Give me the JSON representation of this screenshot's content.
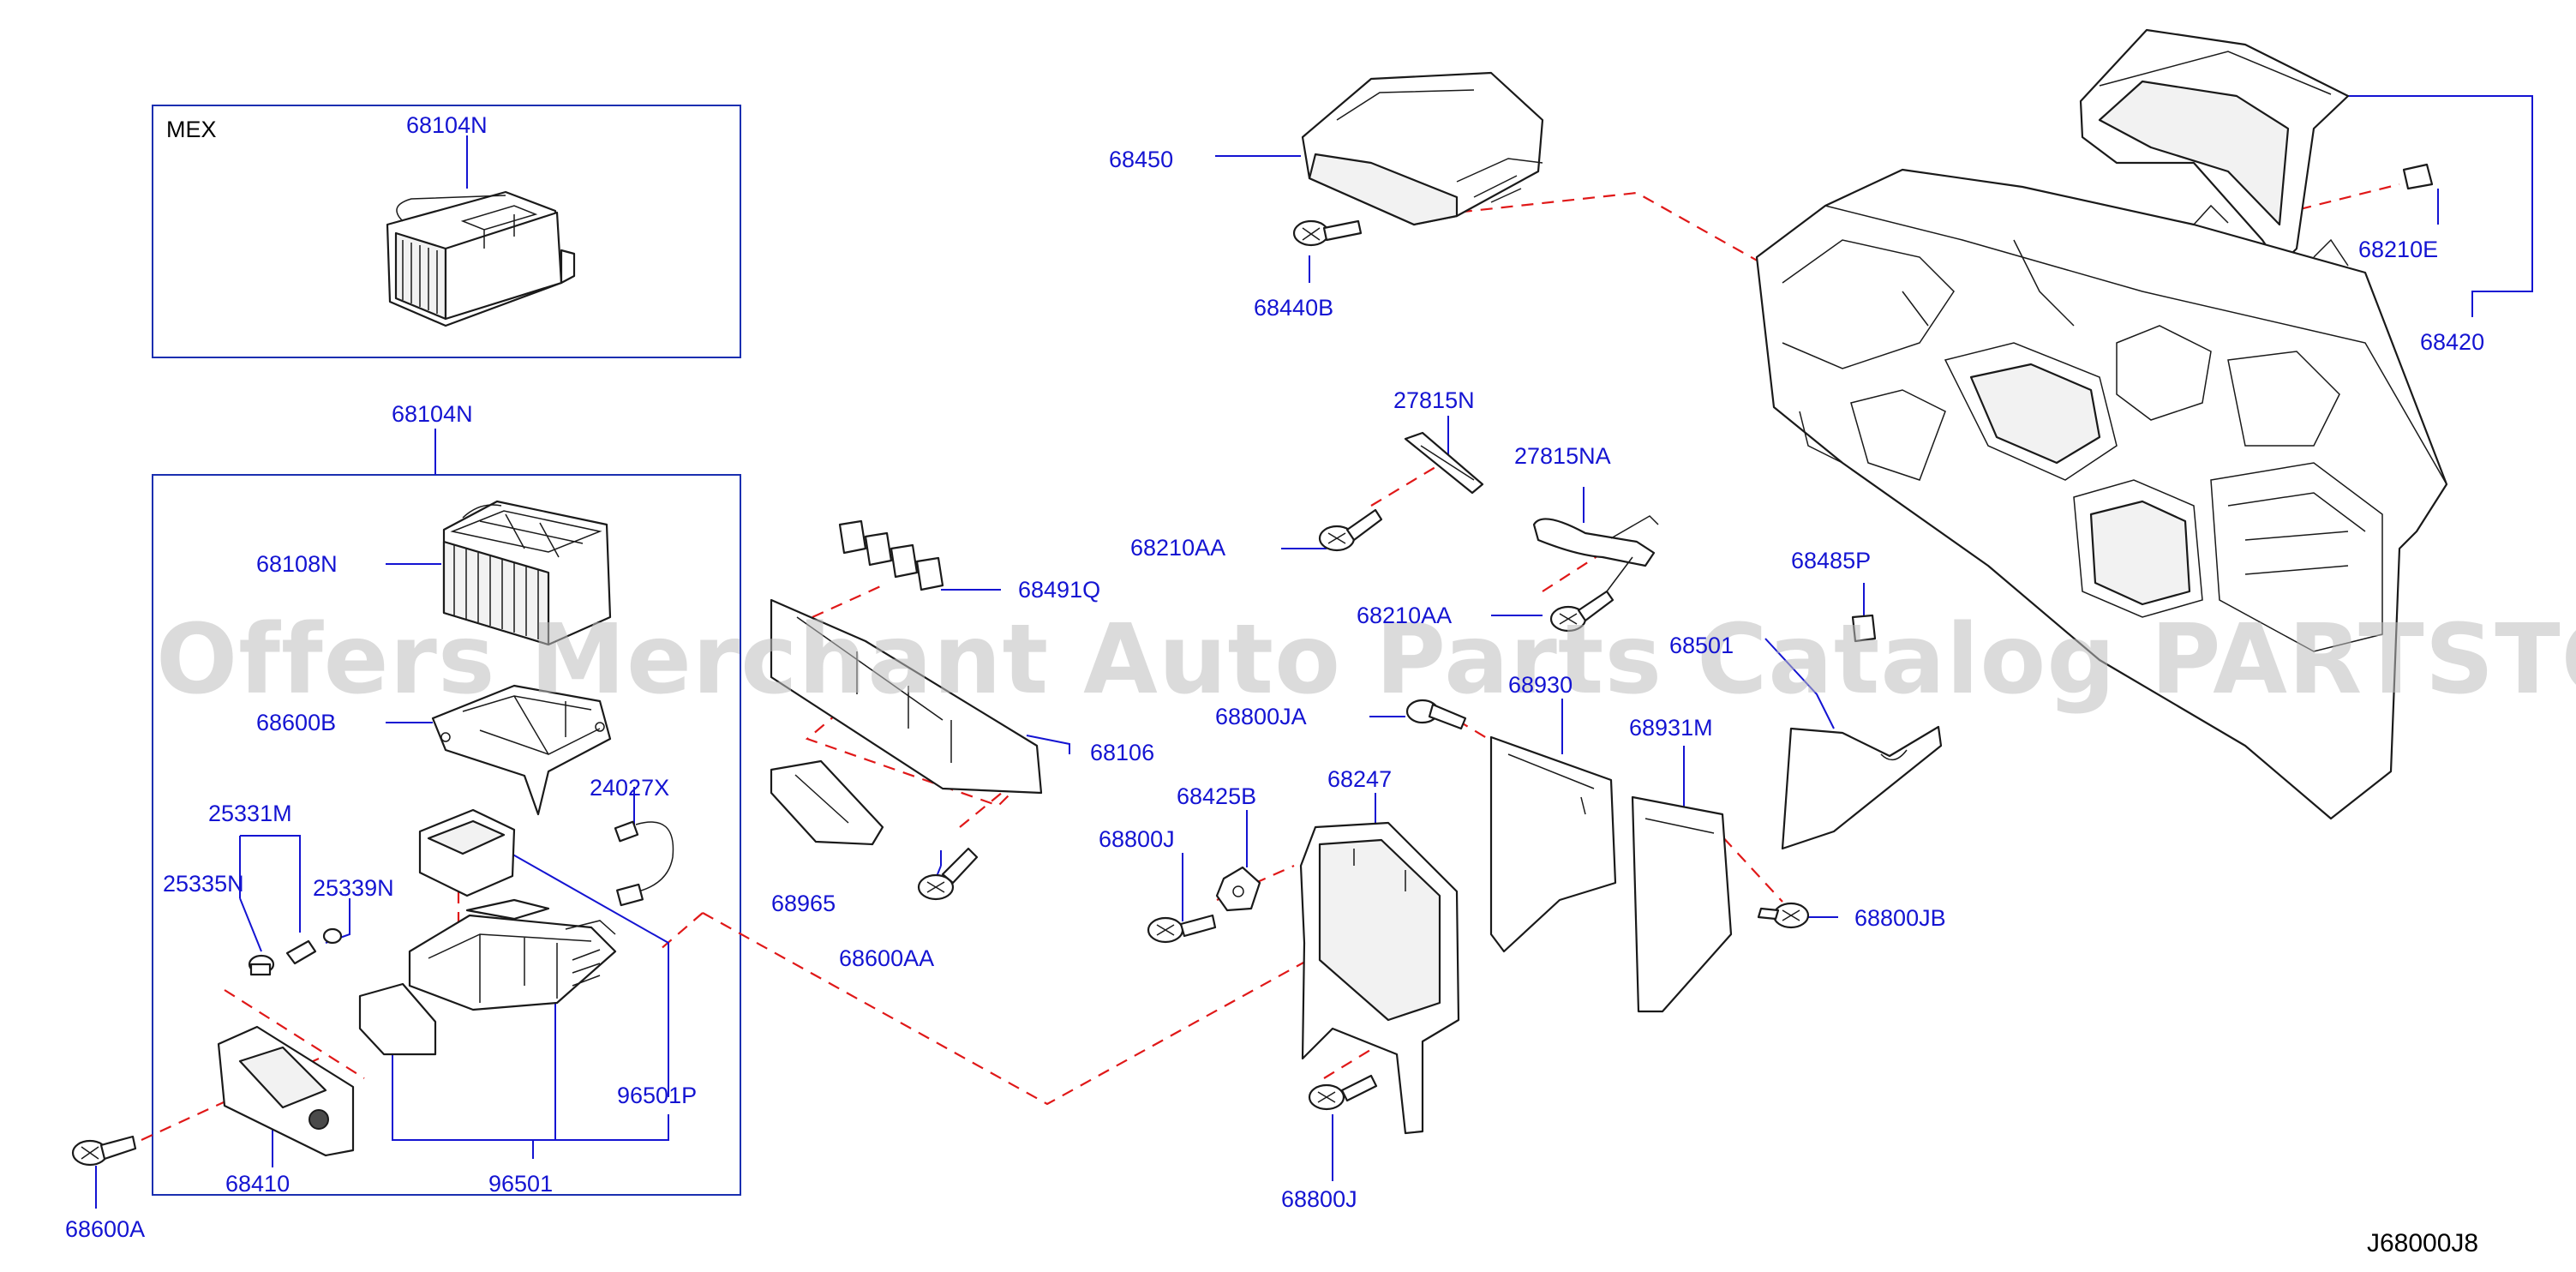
{
  "diagram_code": "J68000J8",
  "watermark": "Offers Merchant Auto Parts Catalog PARTSTORE.SA",
  "inset_label": "MEX",
  "colors": {
    "callout": "#1414d2",
    "frame": "#1a2fb0",
    "dashed_leader": "#e01818",
    "outline": "#1a1a1a",
    "watermark": "#bdbdbd"
  },
  "callouts": {
    "mex_68104n": "68104N",
    "box_68104n": "68104N",
    "c68108n": "68108N",
    "c68600b": "68600B",
    "c25331m": "25331M",
    "c24027x": "24027X",
    "c25335n": "25335N",
    "c25339n": "25339N",
    "c96501p": "96501P",
    "c68410": "68410",
    "c96501": "96501",
    "c68600a": "68600A",
    "c68450": "68450",
    "c68440b": "68440B",
    "c68491q": "68491Q",
    "c68106": "68106",
    "c68965": "68965",
    "c68600aa": "68600AA",
    "c27815n": "27815N",
    "c27815na": "27815NA",
    "c68210aa_1": "68210AA",
    "c68210aa_2": "68210AA",
    "c68800ja": "68800JA",
    "c68425b": "68425B",
    "c68247": "68247",
    "c68800j_1": "68800J",
    "c68800j_2": "68800J",
    "c68485p": "68485P",
    "c68931m": "68931M",
    "c68800jb": "68800JB",
    "c68210e": "68210E",
    "c68420": "68420",
    "c_hidden_a": "68501",
    "c_hidden_b": "68930"
  }
}
